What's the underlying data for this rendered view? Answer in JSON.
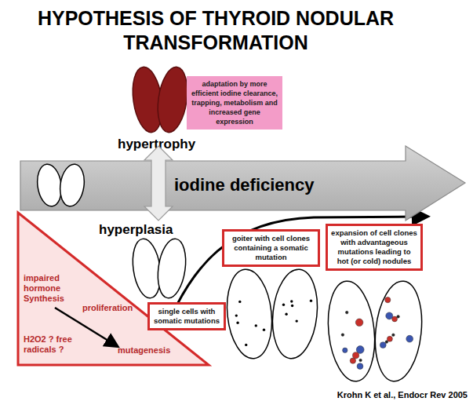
{
  "diagram": {
    "title": "HYPOTHESIS OF THYROID NODULAR TRANSFORMATION",
    "caption": "Krohn K et al., Endocr Rev 2005",
    "nodes": [
      {
        "text": [
          "adaptation by more efficient iodine clearance, trapping, metabolism and increased gene expression"
        ]
      },
      {
        "text": [
          "iodine deficiency"
        ]
      },
      {
        "text": [
          "impaired hormone Synthesis",
          "proliferation",
          "H2O2 ? free radicals ?",
          "mutagenesis"
        ]
      },
      {
        "text": [
          "single cells with somatic mutations"
        ]
      },
      {
        "text": [
          "goiter with cell clones containing a somatic mutation"
        ]
      },
      {
        "text": [
          "expansion of cell clones with advantageous mutations leading to hot (or cold) nodules"
        ]
      }
    ],
    "labels": [
      "hypertrophy",
      "hyperplasia"
    ]
  }
}
